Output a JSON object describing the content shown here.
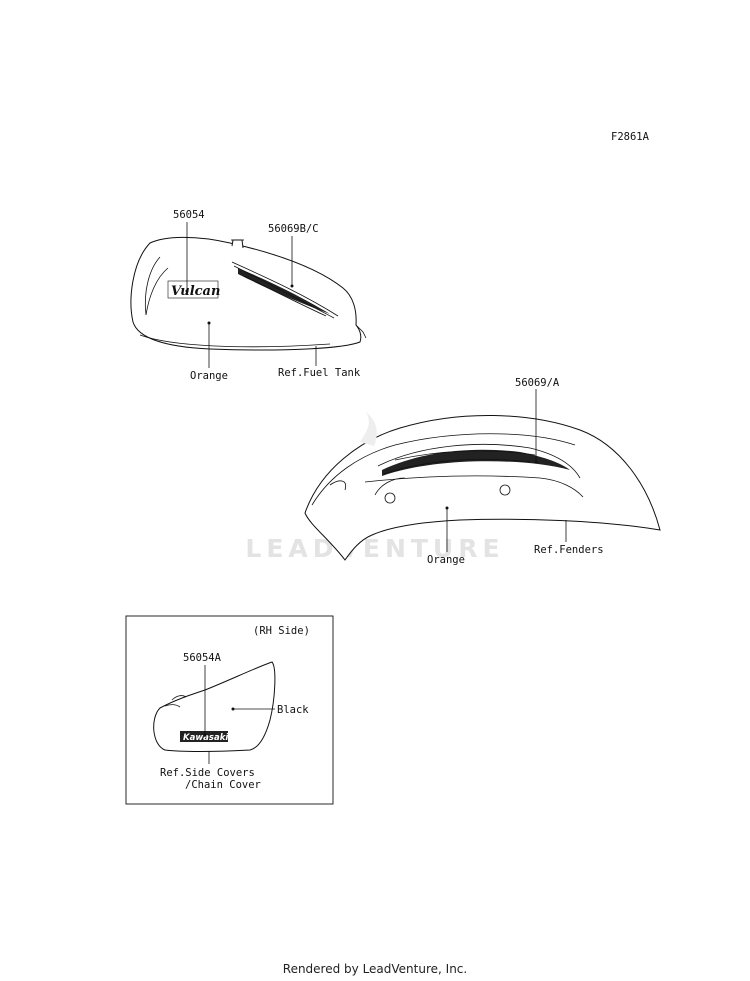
{
  "figure_code": "F2861A",
  "watermark": "LEADVENTURE",
  "footer": "Rendered by LeadVenture, Inc.",
  "tank": {
    "part_emblem": "56054",
    "part_stripe": "56069B/C",
    "color": "Orange",
    "ref": "Ref.Fuel Tank",
    "logo_text": "Vulcan"
  },
  "fender": {
    "part_stripe": "56069/A",
    "color": "Orange",
    "ref": "Ref.Fenders"
  },
  "side_cover": {
    "side_note": "(RH Side)",
    "part_emblem": "56054A",
    "color": "Black",
    "logo_text": "Kawasaki",
    "ref_line1": "Ref.Side Covers",
    "ref_line2": "/Chain Cover"
  }
}
